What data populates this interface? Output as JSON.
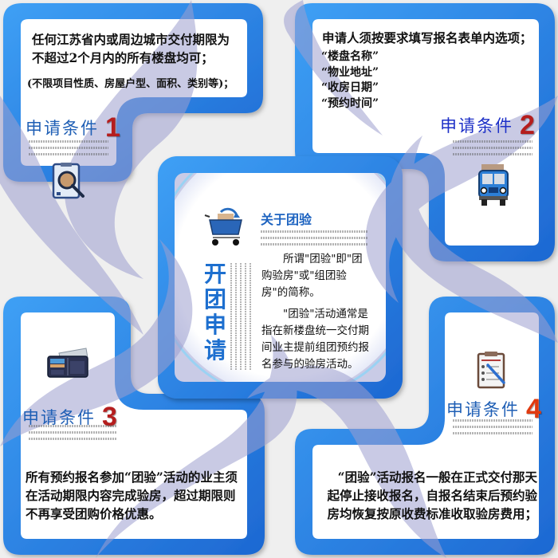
{
  "theme": {
    "frame_blue": "#2f8ff0",
    "frame_blue_dark": "#1f6fd6",
    "swoosh_lavender": "#b3b4d8",
    "background": "#efefef",
    "condition_label_blue": "#1f5fb5",
    "condition_number_red": "#b51e1e"
  },
  "panels": {
    "condition1": {
      "title": "申请条件",
      "number": "1",
      "lines": [
        "任何江苏省内或周边城市交付期限为",
        "不超过2个月内的所有楼盘均可；"
      ],
      "note": "(不限项目性质、房屋户型、面积、类别等)；",
      "icon": "clipboard-magnifier-icon"
    },
    "condition2": {
      "title": "申请条件",
      "number": "2",
      "heading": "申请人须按要求填写报名表单内选项；",
      "items": [
        "“楼盘名称”",
        "“物业地址”",
        "“收房日期”",
        "“预约时间”"
      ],
      "icon": "delivery-truck-icon"
    },
    "condition3": {
      "title": "申请条件",
      "number": "3",
      "lines": [
        "所有预约报名参加“团验”活动的业主须",
        "在活动期限内容完成验房，超过期限则",
        "不再享受团购价格优惠。"
      ],
      "icon": "wallet-icon"
    },
    "condition4": {
      "title": "申请条件",
      "number": "4",
      "lines": [
        "“团验”活动报名一般在正式交付那天",
        "起停止接收报名，自报名结束后预约验",
        "房均恢复按原收费标准收取验房费用；"
      ],
      "icon": "clipboard-checklist-icon"
    },
    "center": {
      "vertical_title": [
        "开",
        "团",
        "申",
        "请"
      ],
      "about_title": "关于团验",
      "paragraphs": [
        "所谓\"团验\"即\"团购验房\"或\"组团验房\"的简称。",
        "\"团验\"活动通常是指在新楼盘统一交付期间业主提前组团预约报名参与的验房活动。"
      ],
      "icon": "shopping-cart-icon"
    }
  }
}
